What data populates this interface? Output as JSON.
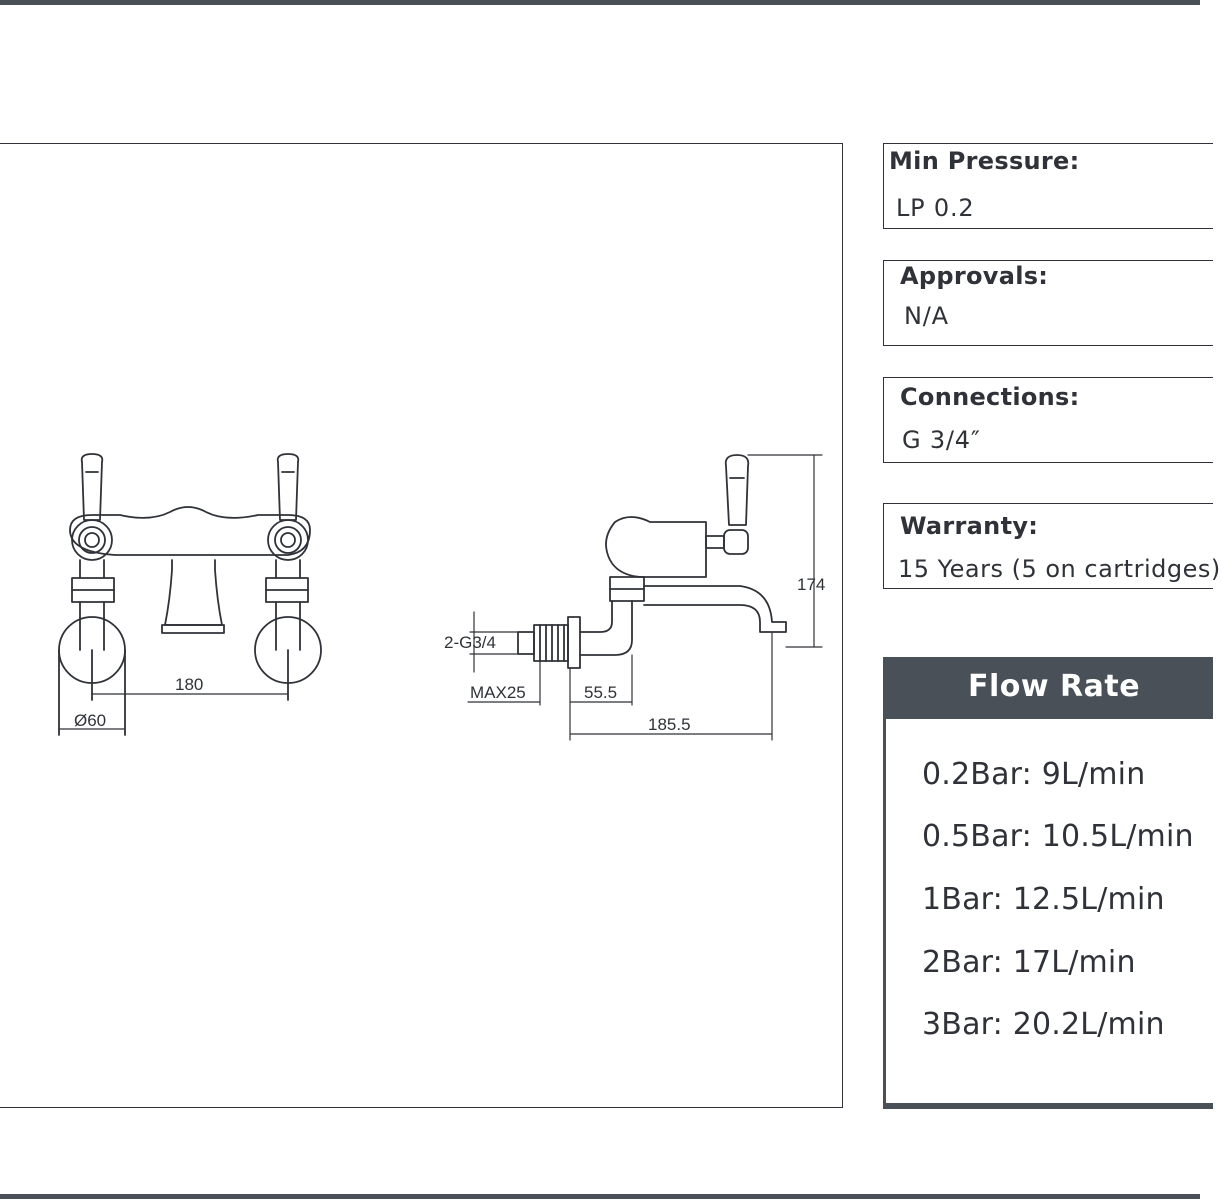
{
  "specs": {
    "min_pressure": {
      "label": "Min Pressure:",
      "value": "LP 0.2"
    },
    "approvals": {
      "label": "Approvals:",
      "value": "N/A"
    },
    "connections": {
      "label": "Connections:",
      "value": "G 3/4″"
    },
    "warranty": {
      "label": "Warranty:",
      "value": "15 Years (5 on cartridges)"
    }
  },
  "flow_rate": {
    "title": "Flow Rate",
    "rows": [
      "0.2Bar:  9L/min",
      "0.5Bar:  10.5L/min",
      "1Bar:  12.5L/min",
      "2Bar:  17L/min",
      "3Bar:  20.2L/min"
    ]
  },
  "dimensions": {
    "centers": "180",
    "flange_diameter": "Ø60",
    "height": "174",
    "connection": "2-G3/4",
    "max_wall": "MAX25",
    "wall_offset": "55.5",
    "projection": "185.5"
  }
}
